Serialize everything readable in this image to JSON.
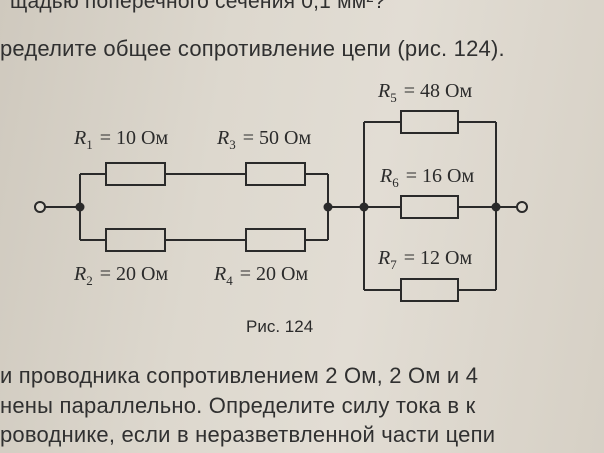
{
  "text": {
    "top_line": "щадью поперечного сечения 0,1 мм²?",
    "question_line": "ределите общее сопротивление цепи (рис. 124).",
    "caption": "Рис. 124",
    "bottom_line_1": "и проводника сопротивлением 2 Ом, 2 Ом и 4",
    "bottom_line_2": "нены параллельно. Определите силу тока в к",
    "bottom_line_3": "роводнике, если в неразветвленной части цепи"
  },
  "resistors": [
    {
      "id": "R1",
      "letter": "R",
      "index": "1",
      "value": "= 10 Ом"
    },
    {
      "id": "R2",
      "letter": "R",
      "index": "2",
      "value": "= 20 Ом"
    },
    {
      "id": "R3",
      "letter": "R",
      "index": "3",
      "value": "= 50 Ом"
    },
    {
      "id": "R4",
      "letter": "R",
      "index": "4",
      "value": "= 20 Ом"
    },
    {
      "id": "R5",
      "letter": "R",
      "index": "5",
      "value": "= 48 Ом"
    },
    {
      "id": "R6",
      "letter": "R",
      "index": "6",
      "value": "= 16 Ом"
    },
    {
      "id": "R7",
      "letter": "R",
      "index": "7",
      "value": "= 12 Ом"
    }
  ],
  "colors": {
    "paper": "#ddd8ce",
    "ink": "#2a2a2a"
  }
}
